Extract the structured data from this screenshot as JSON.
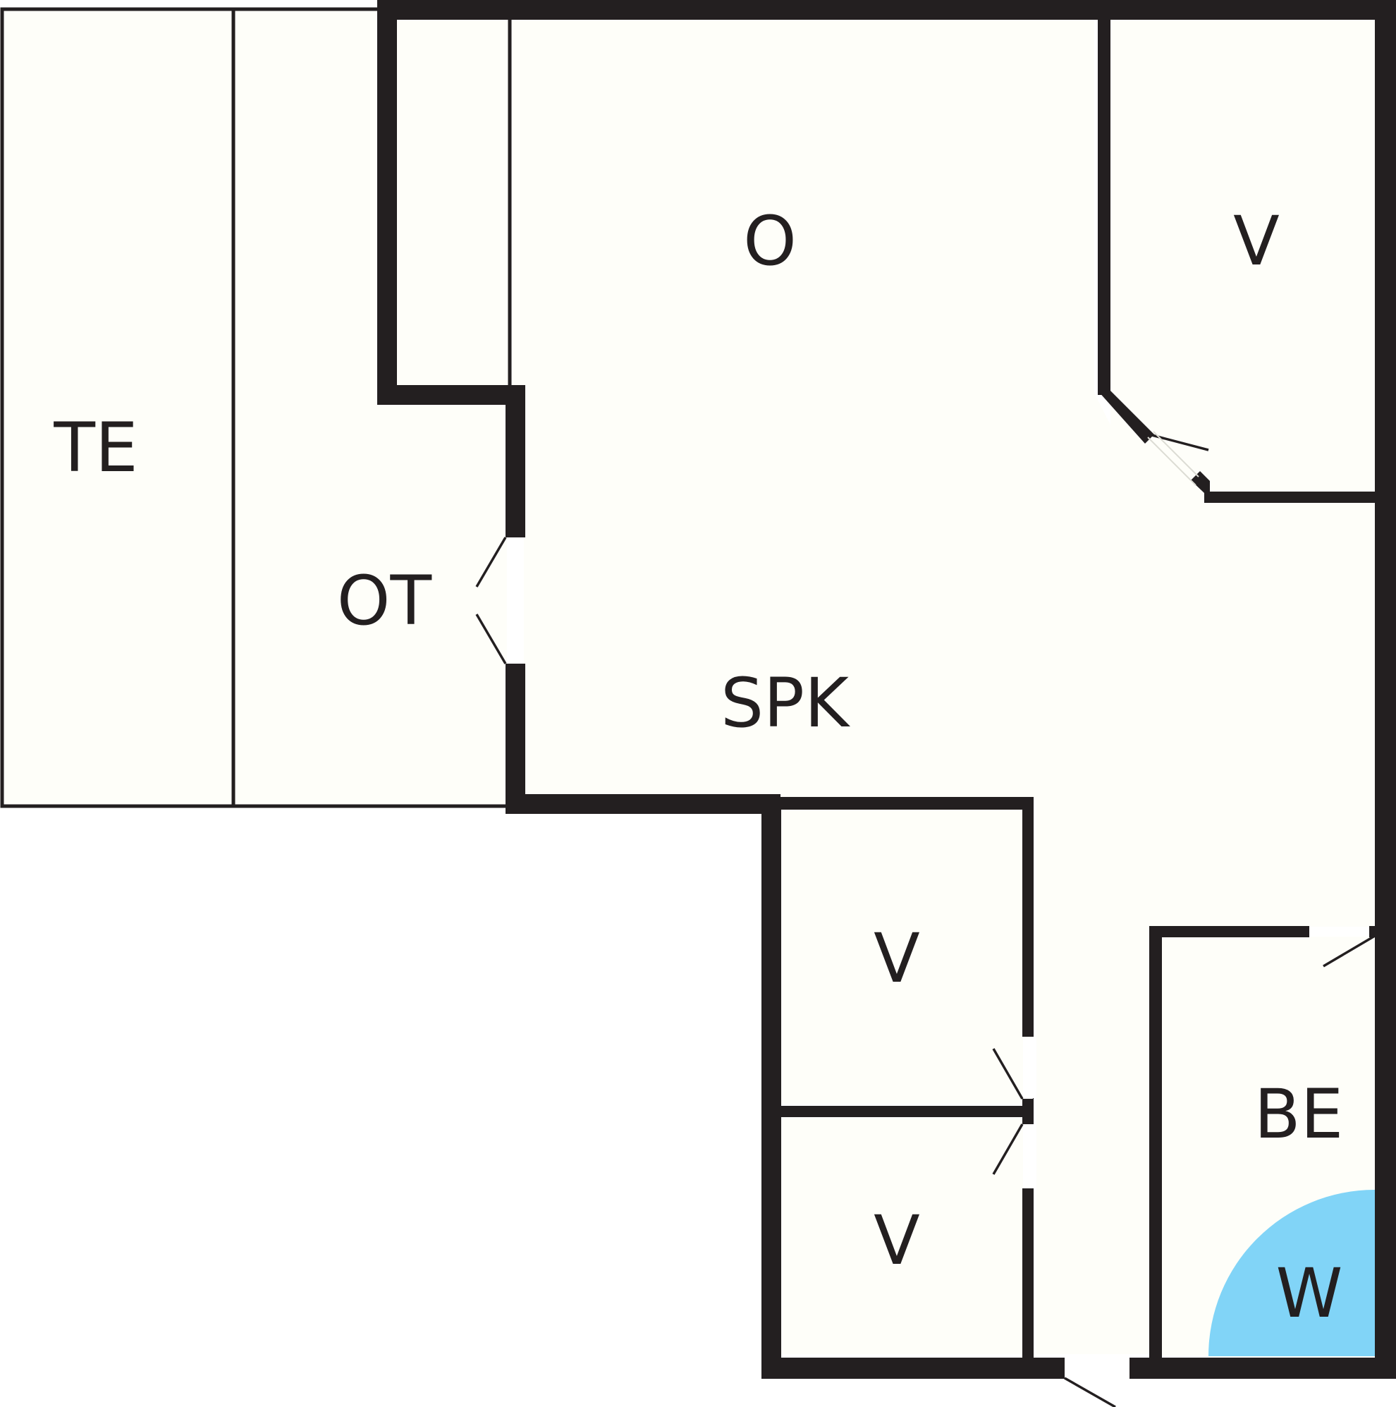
{
  "colors": {
    "floor": "#fefef9",
    "wall": "#231f20",
    "door_gap": "#ffffff",
    "shower": "#81d4f7",
    "background": "#ffffff"
  },
  "rooms": {
    "terrace": "TE",
    "covered_terrace": "OT",
    "living_kitchen": "SPK",
    "living": "O",
    "storage_top_right": "V",
    "storage_middle": "V",
    "storage_bottom": "V",
    "bathroom": "BE",
    "shower": "W"
  }
}
